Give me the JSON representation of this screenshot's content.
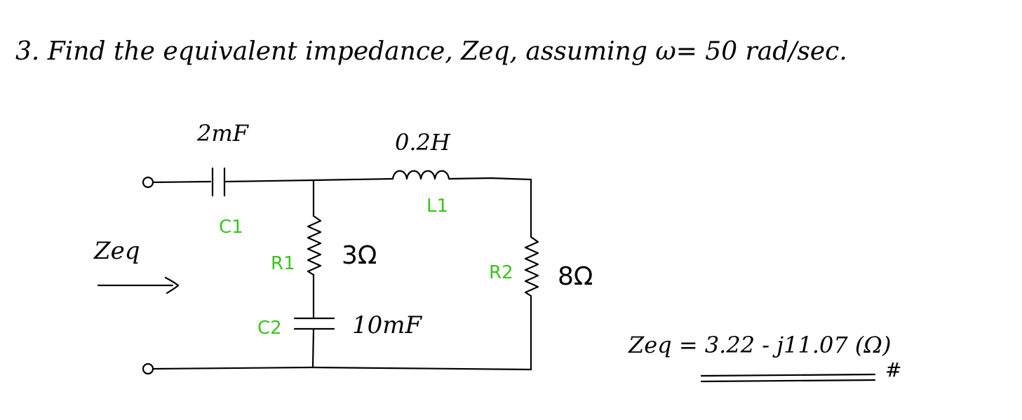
{
  "problem": {
    "title": "3. Find the equivalent impedance, Zeq, assuming ω= 50 rad/sec."
  },
  "components": {
    "c1_value": "2mF",
    "c1_label": "C1",
    "l1_value": "0.2H",
    "l1_label": "L1",
    "r1_label": "R1",
    "r1_value": "3Ω",
    "c2_label": "C2",
    "c2_value": "10mF",
    "r2_label": "R2",
    "r2_value": "8Ω"
  },
  "input": {
    "label": "Zeq"
  },
  "answer": {
    "text": "Zeq = 3.22 - j11.07 (Ω)",
    "mark": "#"
  },
  "colors": {
    "ink": "#000000",
    "label_green": "#3cc31e",
    "background": "#ffffff"
  }
}
